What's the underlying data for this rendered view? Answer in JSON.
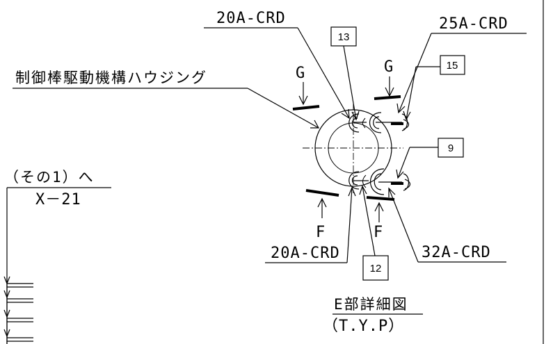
{
  "labels": {
    "crd20_top": "20A-CRD",
    "crd25": "25A-CRD",
    "crd20_bottom": "20A-CRD",
    "crd32": "32A-CRD",
    "housing": "制御棒駆動機構ハウジング",
    "ref_from": "（その1）へ",
    "ref_sheet": "X－21",
    "g_left": "G",
    "g_right": "G",
    "f_left": "F",
    "f_right": "F"
  },
  "tags": {
    "t13": "13",
    "t15": "15",
    "t9": "9",
    "t12": "12"
  },
  "caption": {
    "title": "E部詳細図",
    "subtitle": "（T.Y.P）"
  }
}
